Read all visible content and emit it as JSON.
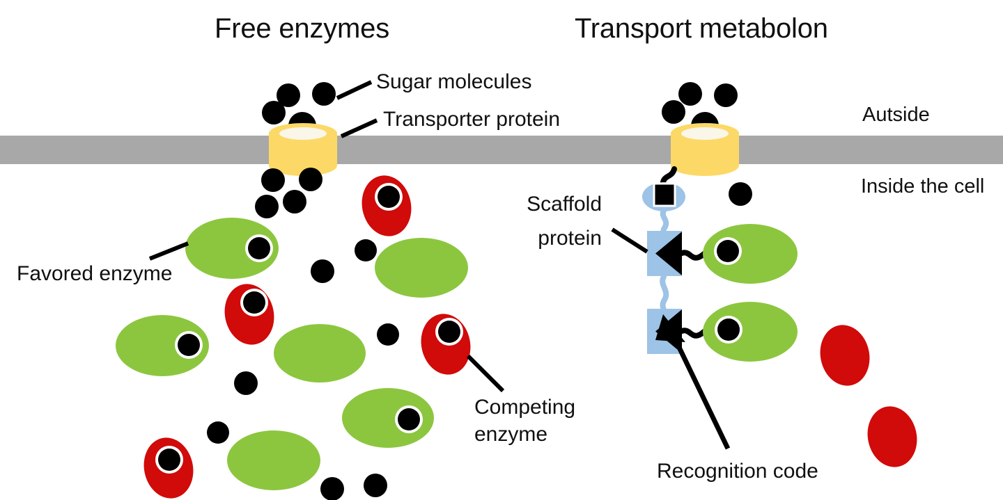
{
  "diagram": {
    "type": "scientific-illustration",
    "subject": "Comparison of free enzymes versus a transport metabolon at a cell membrane",
    "background_color": "#ffffff"
  },
  "titles": {
    "left": "Free enzymes",
    "right": "Transport metabolon"
  },
  "compartments": {
    "outside": "Autside",
    "inside": "Inside the cell",
    "membrane_color": "#a8a8a8"
  },
  "callouts": {
    "sugar_molecules": "Sugar molecules",
    "transporter_protein": "Transporter protein",
    "favored_enzyme": "Favored enzyme",
    "competing_enzyme_line1": "Competing",
    "competing_enzyme_line2": "enzyme",
    "scaffold_protein_line1": "Scaffold",
    "scaffold_protein_line2": "protein",
    "recognition_code": "Recognition code"
  },
  "colors": {
    "membrane": "#a8a8a8",
    "transporter": "#fcd966",
    "transporter_pore": "#faf6ea",
    "favored_enzyme": "#8cc63f",
    "competing_enzyme": "#d10a0a",
    "scaffold": "#9dc3e6",
    "sugar": "#000000",
    "text": "#101010",
    "leader_line": "#000000"
  },
  "legend_keys": [
    {
      "name": "sugar-molecule",
      "color": "#000000",
      "shape": "circle"
    },
    {
      "name": "transporter-protein",
      "color": "#fcd966",
      "shape": "cylinder"
    },
    {
      "name": "favored-enzyme",
      "color": "#8cc63f",
      "shape": "ellipse-with-docking-site"
    },
    {
      "name": "competing-enzyme",
      "color": "#d10a0a",
      "shape": "ellipse"
    },
    {
      "name": "scaffold-protein",
      "color": "#9dc3e6",
      "shape": "ellipse-and-squares-chain"
    },
    {
      "name": "recognition-code",
      "color": "#000000",
      "shape": "triangular-notch"
    }
  ],
  "counts": {
    "left_favored_enzymes": 6,
    "left_competing_enzymes": 4,
    "left_sugar_molecules": 16,
    "right_favored_enzymes": 2,
    "right_competing_enzymes": 2,
    "right_sugar_molecules": 6,
    "scaffold_docking_modules": 2
  }
}
